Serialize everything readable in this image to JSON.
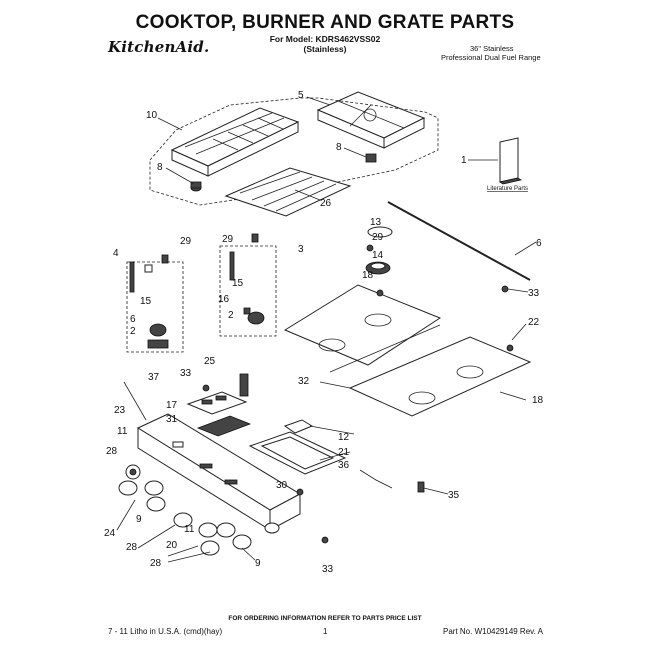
{
  "header": {
    "title": "COOKTOP, BURNER AND GRATE PARTS",
    "model_line": "For Model: KDRS462VSS02",
    "finish": "(Stainless)",
    "brand": "KitchenAid.",
    "spec_line1": "36\" Stainless",
    "spec_line2": "Professional Dual Fuel Range"
  },
  "literature": {
    "label": "Literature Parts"
  },
  "callouts": {
    "c1": "1",
    "c2a": "2",
    "c2b": "2",
    "c3": "3",
    "c4": "4",
    "c5": "5",
    "c6": "6",
    "c6b": "6",
    "c8a": "8",
    "c8b": "8",
    "c9a": "9",
    "c9b": "9",
    "c10": "10",
    "c11a": "11",
    "c11b": "11",
    "c12": "12",
    "c13": "13",
    "c14": "14",
    "c15a": "15",
    "c15b": "15",
    "c16": "16",
    "c17": "17",
    "c18a": "18",
    "c18b": "18",
    "c20": "20",
    "c21": "21",
    "c22": "22",
    "c23": "23",
    "c24": "24",
    "c25": "25",
    "c26": "26",
    "c28a": "28",
    "c28b": "28",
    "c28c": "28",
    "c29a": "29",
    "c29b": "29",
    "c29c": "29",
    "c30": "30",
    "c31": "31",
    "c32": "32",
    "c33a": "33",
    "c33b": "33",
    "c33c": "33",
    "c35": "35",
    "c36": "36",
    "c37": "37"
  },
  "footer": {
    "note": "FOR ORDERING INFORMATION REFER TO PARTS PRICE LIST",
    "left": "7 - 11 Litho in U.S.A. (cmd)(hay)",
    "page": "1",
    "right": "Part No. W10429149 Rev. A"
  }
}
